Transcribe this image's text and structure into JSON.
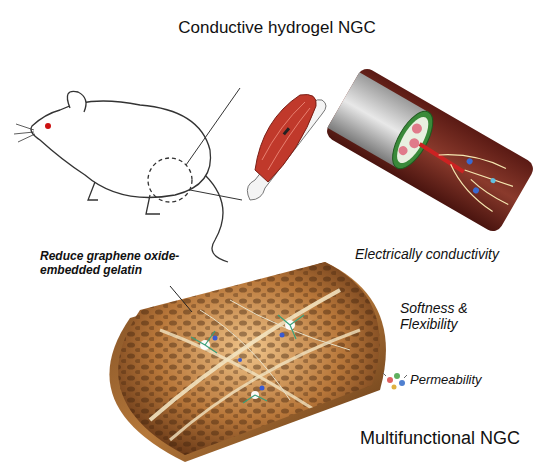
{
  "diagram": {
    "title": "Conductive hydrogel NGC",
    "labels": [
      "Reduce graphene oxide-embedded gelatin",
      "Electrically conductivity",
      "Softness & Flexibility",
      "Permeability",
      "Multifunctional NGC"
    ]
  }
}
